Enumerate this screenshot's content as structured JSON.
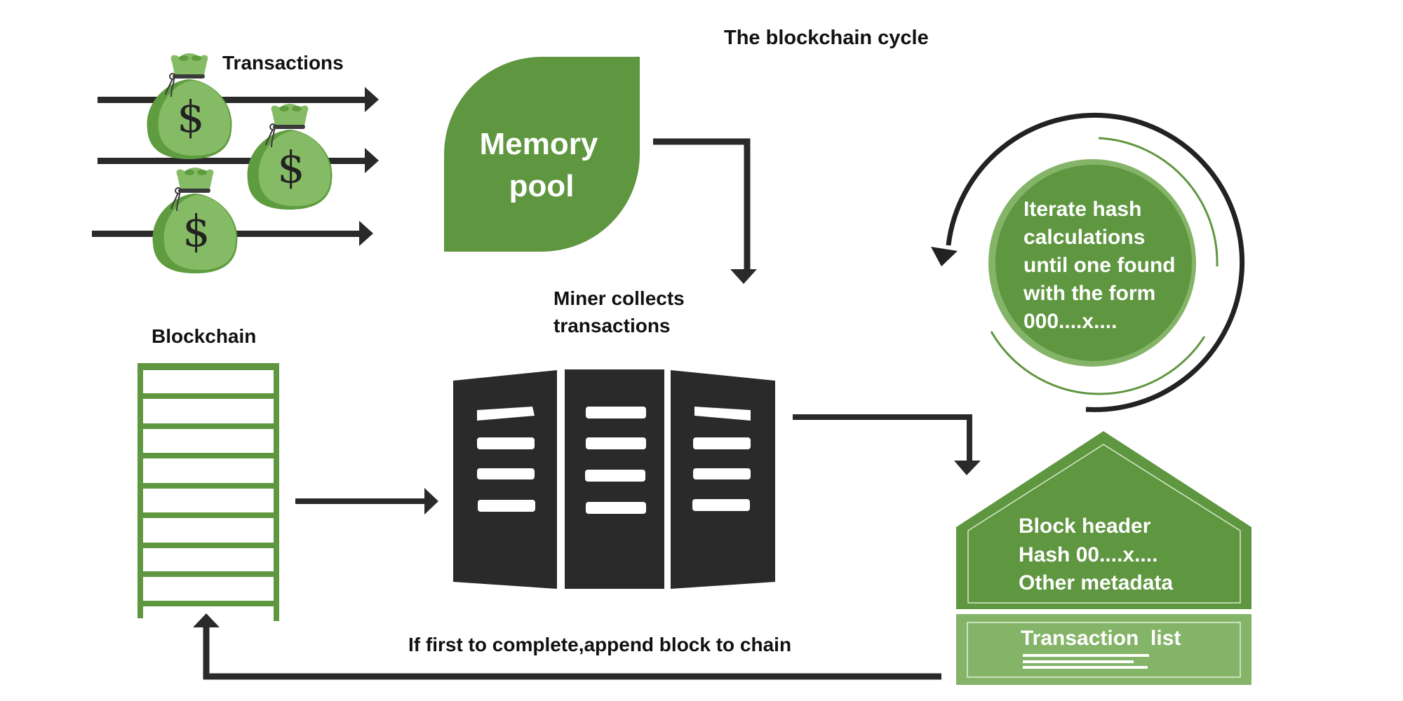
{
  "title": "The blockchain cycle",
  "colors": {
    "green_dark": "#5f9640",
    "green_mid": "#6a9f4a",
    "green_light": "#84b468",
    "bag_light": "#86bb66",
    "bag_shade": "#5f9c3f",
    "ink": "#2a2a2a"
  },
  "nodes": {
    "transactions": {
      "label": "Transactions",
      "bag_symbol": "$"
    },
    "memory_pool": {
      "line1": "Memory",
      "line2": "pool"
    },
    "miner": {
      "line1": "Miner collects",
      "line2": "transactions"
    },
    "hashing": {
      "lines": [
        "Iterate hash",
        "calculations",
        "until one found",
        "with the form",
        "000....x...."
      ]
    },
    "block": {
      "header_lines": [
        "Block header",
        "Hash 00....x....",
        "Other metadata"
      ],
      "body_label": "Transaction  list"
    },
    "blockchain": {
      "label": "Blockchain"
    }
  },
  "edges": {
    "append": {
      "label": "If first to complete,append block to chain"
    }
  }
}
